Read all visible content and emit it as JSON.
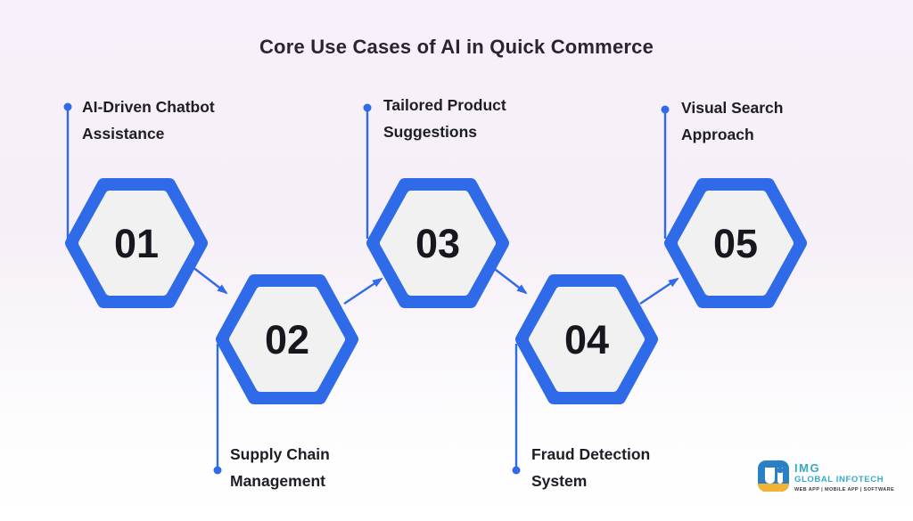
{
  "title": "Core Use Cases of AI in Quick Commerce",
  "steps": [
    {
      "number": "01",
      "label_line1": "AI-Driven Chatbot",
      "label_line2": "Assistance"
    },
    {
      "number": "02",
      "label_line1": "Supply Chain",
      "label_line2": "Management"
    },
    {
      "number": "03",
      "label_line1": "Tailored Product",
      "label_line2": "Suggestions"
    },
    {
      "number": "04",
      "label_line1": "Fraud Detection",
      "label_line2": "System"
    },
    {
      "number": "05",
      "label_line1": "Visual Search",
      "label_line2": "Approach"
    }
  ],
  "logo": {
    "name": "IMG",
    "subtitle": "GLOBAL INFOTECH",
    "tagline": "WEB APP | MOBILE APP | SOFTWARE"
  },
  "colors": {
    "accent_blue": "#2F6BE8",
    "hex_fill": "#F1F1F1",
    "number_color": "#17171F",
    "title_color": "#2B2433",
    "label_color": "#1D1D25",
    "background_top": "#F8F0FA",
    "background_bottom": "#FFFFFF",
    "logo_teal": "#35A9CB",
    "logo_blue": "#2B7FC3",
    "logo_yellow": "#F2B233",
    "logo_tagline": "#3A3A48"
  }
}
